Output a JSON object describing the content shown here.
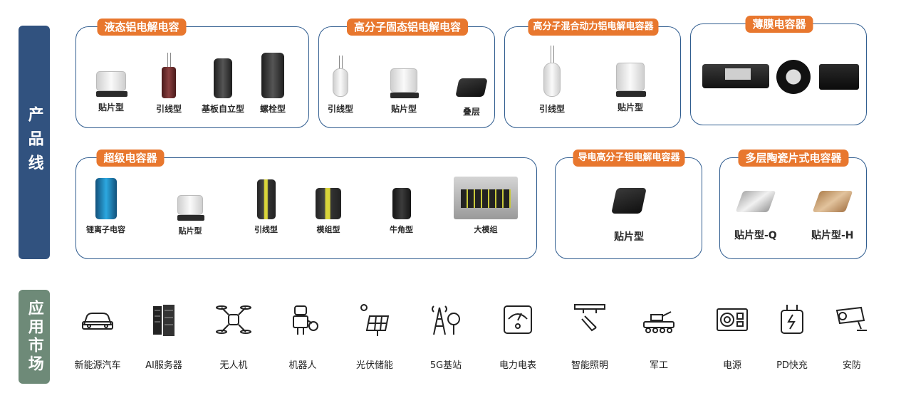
{
  "sidebar": {
    "product_line": "产品线",
    "market": "应用市场"
  },
  "sections": {
    "liquid": {
      "title": "液态铝电解电容",
      "items": [
        "贴片型",
        "引线型",
        "基板自立型",
        "螺栓型"
      ]
    },
    "polymer_solid": {
      "title": "高分子固态铝电解电容",
      "items": [
        "引线型",
        "贴片型",
        "叠层"
      ]
    },
    "hybrid": {
      "title": "高分子混合动力铝电解电容器",
      "items": [
        "引线型",
        "贴片型"
      ]
    },
    "film": {
      "title": "薄膜电容器",
      "items": []
    },
    "super": {
      "title": "超级电容器",
      "items": [
        "锂离子电容",
        "贴片型",
        "引线型",
        "模组型",
        "牛角型",
        "大模组"
      ]
    },
    "tantalum": {
      "title": "导电高分子钽电解电容器",
      "items": [
        "贴片型"
      ]
    },
    "mlcc": {
      "title": "多层陶瓷片式电容器",
      "items": [
        "贴片型-Q",
        "贴片型-H"
      ]
    }
  },
  "markets": [
    {
      "label": "新能源汽车",
      "icon": "car-icon"
    },
    {
      "label": "AI服务器",
      "icon": "server-icon"
    },
    {
      "label": "无人机",
      "icon": "drone-icon"
    },
    {
      "label": "机器人",
      "icon": "robot-icon"
    },
    {
      "label": "光伏储能",
      "icon": "solar-icon"
    },
    {
      "label": "5G基站",
      "icon": "tower-icon"
    },
    {
      "label": "电力电表",
      "icon": "meter-icon"
    },
    {
      "label": "智能照明",
      "icon": "lamp-icon"
    },
    {
      "label": "军工",
      "icon": "tank-icon"
    },
    {
      "label": "电源",
      "icon": "power-supply-icon"
    },
    {
      "label": "PD快充",
      "icon": "charger-icon"
    },
    {
      "label": "安防",
      "icon": "camera-icon"
    }
  ],
  "colors": {
    "sidebar_product": "#31527f",
    "sidebar_market": "#6e8a78",
    "badge": "#e8772e",
    "panel_border": "#2f5c8f"
  }
}
